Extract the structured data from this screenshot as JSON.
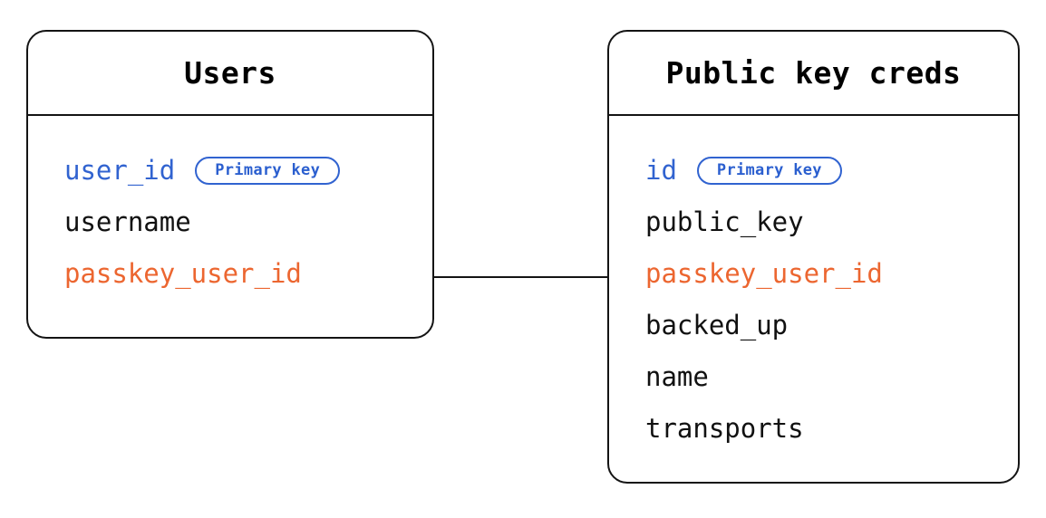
{
  "diagram": {
    "type": "entity-relationship",
    "background_color": "#ffffff",
    "entities": [
      {
        "id": "users",
        "title": "Users",
        "fields": [
          {
            "name": "user_id",
            "role": "primary-key",
            "badge": "Primary key",
            "color": "#3163d0"
          },
          {
            "name": "username",
            "role": "plain",
            "badge": null,
            "color": "#111111"
          },
          {
            "name": "passkey_user_id",
            "role": "foreign-key",
            "badge": null,
            "color": "#ec6630"
          }
        ]
      },
      {
        "id": "public-key-creds",
        "title": "Public key creds",
        "fields": [
          {
            "name": "id",
            "role": "primary-key",
            "badge": "Primary key",
            "color": "#3163d0"
          },
          {
            "name": "public_key",
            "role": "plain",
            "badge": null,
            "color": "#111111"
          },
          {
            "name": "passkey_user_id",
            "role": "foreign-key",
            "badge": null,
            "color": "#ec6630"
          },
          {
            "name": "backed_up",
            "role": "plain",
            "badge": null,
            "color": "#111111"
          },
          {
            "name": "name",
            "role": "plain",
            "badge": null,
            "color": "#111111"
          },
          {
            "name": "transports",
            "role": "plain",
            "badge": null,
            "color": "#111111"
          }
        ]
      }
    ],
    "relationships": [
      {
        "from": "users.passkey_user_id",
        "to": "public-key-creds.passkey_user_id",
        "style": "straight-line",
        "color": "#141414"
      }
    ],
    "colors": {
      "border": "#141414",
      "text": "#111111",
      "primary_key": "#3163d0",
      "foreign_key": "#ec6630",
      "badge_border": "#3163d0",
      "badge_text": "#2b5fcf"
    }
  }
}
